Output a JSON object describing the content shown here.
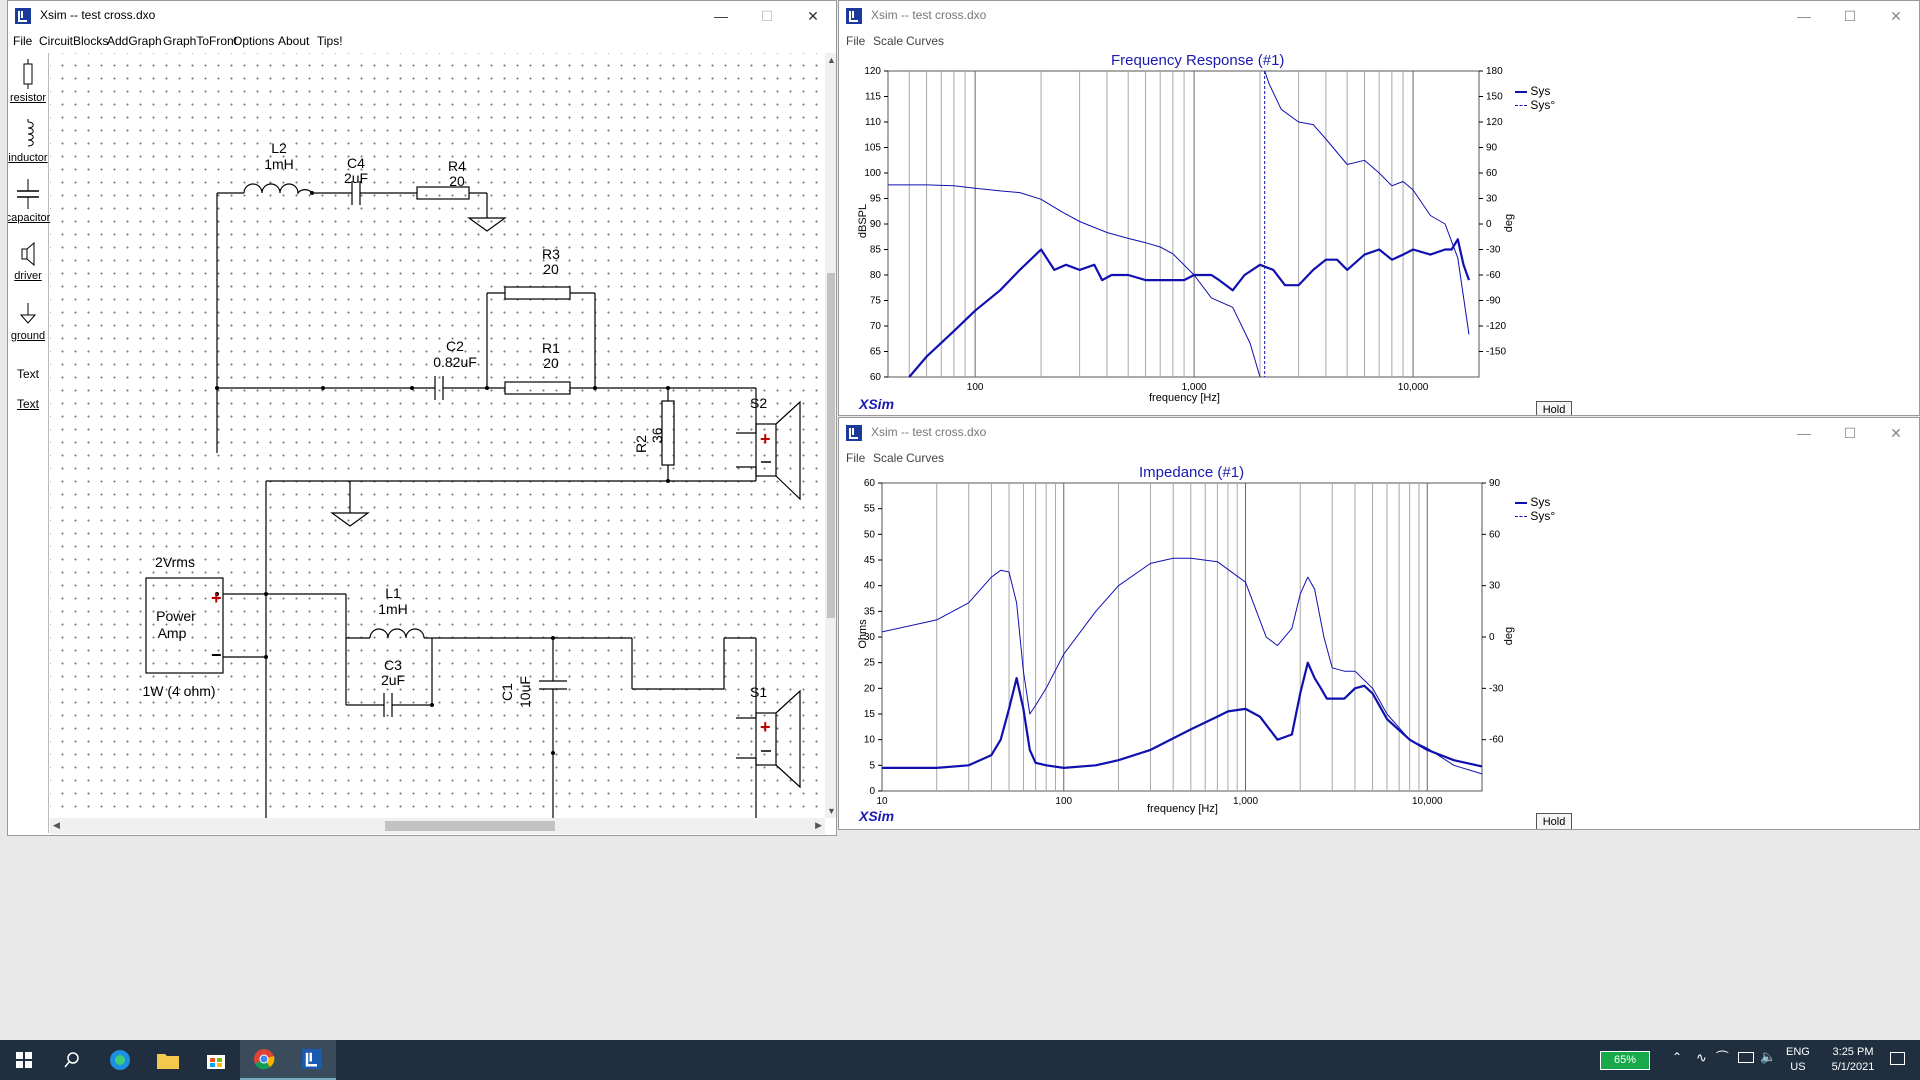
{
  "main_window": {
    "title": "Xsim -- test cross.dxo",
    "menu": [
      "File",
      "CircuitBlocks",
      "AddGraph",
      "GraphToFront",
      "Options",
      "About",
      "Tips!"
    ],
    "tools": [
      "resistor",
      "inductor",
      "capacitor",
      "driver",
      "ground",
      "Text",
      "Text"
    ]
  },
  "schematic": {
    "L2": {
      "name": "L2",
      "value": "1mH"
    },
    "C4": {
      "name": "C4",
      "value": "2uF"
    },
    "R4": {
      "name": "R4",
      "value": "20"
    },
    "R3": {
      "name": "R3",
      "value": "20"
    },
    "C2": {
      "name": "C2",
      "value": "0.82uF"
    },
    "R1": {
      "name": "R1",
      "value": "20"
    },
    "R2": {
      "name": "R2",
      "value": "36"
    },
    "S2": "S2",
    "L1": {
      "name": "L1",
      "value": "1mH"
    },
    "C3": {
      "name": "C3",
      "value": "2uF"
    },
    "C1": {
      "name": "C1",
      "value": "10uF"
    },
    "S1": "S1",
    "amp": {
      "voltage": "2Vrms",
      "label_line1": "Power",
      "label_line2": "Amp",
      "power": "1W (4 ohm)",
      "plus": "+",
      "minus": "−"
    }
  },
  "freq_window": {
    "title": "Xsim -- test cross.dxo",
    "menu": [
      "File",
      "Scale",
      "Curves"
    ],
    "plot_title": "Frequency Response (#1)",
    "ylabel": "dBSPL",
    "y2label": "deg",
    "xlabel": "frequency [Hz]",
    "y_ticks": [
      "120",
      "115",
      "110",
      "105",
      "100",
      "95",
      "90",
      "85",
      "80",
      "75",
      "70",
      "65",
      "60"
    ],
    "y2_ticks": [
      "180",
      "150",
      "120",
      "90",
      "60",
      "30",
      "0",
      "-30",
      "-60",
      "-90",
      "-120",
      "-150"
    ],
    "x_ticks": [
      "100",
      "1,000",
      "10,000"
    ],
    "legend": [
      "Sys",
      "Sys°"
    ],
    "brand": "XSim",
    "hold": "Hold"
  },
  "imp_window": {
    "title": "Xsim -- test cross.dxo",
    "menu": [
      "File",
      "Scale",
      "Curves"
    ],
    "plot_title": "Impedance (#1)",
    "ylabel": "Ohms",
    "y2label": "deg",
    "xlabel": "frequency [Hz]",
    "y_ticks": [
      "60",
      "55",
      "50",
      "45",
      "40",
      "35",
      "30",
      "25",
      "20",
      "15",
      "10",
      "5",
      "0"
    ],
    "y2_ticks": [
      "90",
      "60",
      "30",
      "0",
      "-30",
      "-60"
    ],
    "x_ticks": [
      "10",
      "100",
      "1,000",
      "10,000"
    ],
    "legend": [
      "Sys",
      "Sys°"
    ],
    "brand": "XSim",
    "hold": "Hold"
  },
  "chart_data": [
    {
      "type": "line",
      "title": "Frequency Response (#1)",
      "xlabel": "frequency [Hz]",
      "ylabel": "dBSPL",
      "y2label": "deg",
      "xscale": "log",
      "xlim": [
        40,
        20000
      ],
      "ylim": [
        60,
        120
      ],
      "y2lim": [
        -180,
        180
      ],
      "grid": true,
      "legend_position": "right",
      "series": [
        {
          "name": "Sys",
          "axis": "left",
          "color": "#1010b0",
          "x": [
            50,
            60,
            80,
            100,
            130,
            160,
            200,
            230,
            260,
            300,
            350,
            380,
            420,
            500,
            600,
            700,
            800,
            900,
            1000,
            1100,
            1200,
            1300,
            1500,
            1700,
            2000,
            2300,
            2600,
            3000,
            3500,
            4000,
            4500,
            5000,
            6000,
            7000,
            8000,
            9000,
            10000,
            12000,
            14000,
            15000,
            16000,
            17000,
            18000
          ],
          "y": [
            60,
            64,
            69,
            73,
            77,
            81,
            85,
            81,
            82,
            81,
            82,
            79,
            80,
            80,
            79,
            79,
            79,
            79,
            80,
            80,
            80,
            79,
            77,
            80,
            82,
            81,
            78,
            78,
            81,
            83,
            83,
            81,
            84,
            85,
            83,
            84,
            85,
            84,
            85,
            85,
            87,
            82,
            79
          ]
        },
        {
          "name": "Sys°",
          "axis": "right",
          "color": "#1010b0",
          "x": [
            40,
            60,
            80,
            100,
            130,
            160,
            200,
            250,
            300,
            400,
            500,
            600,
            700,
            800,
            1000,
            1200,
            1500,
            1800,
            2000,
            2100,
            2200,
            2500,
            3000,
            3500,
            4000,
            5000,
            6000,
            7000,
            8000,
            9000,
            10000,
            12000,
            14000,
            16000,
            18000
          ],
          "y": [
            46,
            46,
            45,
            42,
            39,
            37,
            29,
            14,
            3,
            -10,
            -17,
            -22,
            -27,
            -35,
            -60,
            -87,
            -98,
            -140,
            -180,
            180,
            165,
            135,
            120,
            117,
            100,
            70,
            75,
            60,
            45,
            50,
            40,
            10,
            0,
            -40,
            -130
          ]
        }
      ]
    },
    {
      "type": "line",
      "title": "Impedance (#1)",
      "xlabel": "frequency [Hz]",
      "ylabel": "Ohms",
      "y2label": "deg",
      "xscale": "log",
      "xlim": [
        10,
        20000
      ],
      "ylim": [
        0,
        60
      ],
      "y2lim": [
        -90,
        90
      ],
      "grid": true,
      "legend_position": "right",
      "series": [
        {
          "name": "Sys",
          "axis": "left",
          "color": "#1010b0",
          "x": [
            10,
            20,
            30,
            40,
            45,
            50,
            55,
            60,
            65,
            70,
            80,
            100,
            150,
            200,
            300,
            500,
            700,
            800,
            1000,
            1200,
            1500,
            1800,
            2000,
            2200,
            2400,
            2600,
            2800,
            3000,
            3500,
            4000,
            4500,
            5000,
            6000,
            8000,
            10000,
            14000,
            20000
          ],
          "y": [
            4.5,
            4.5,
            5,
            7,
            10,
            16,
            22,
            16,
            8,
            5.5,
            5,
            4.5,
            5,
            6,
            8,
            12,
            14.5,
            15.5,
            16,
            14.5,
            10,
            11,
            19,
            25,
            22,
            20,
            18,
            18,
            18,
            20,
            20.5,
            19,
            14,
            10,
            8,
            6,
            4.8
          ]
        },
        {
          "name": "Sys°",
          "axis": "right",
          "color": "#1010b0",
          "x": [
            10,
            20,
            30,
            40,
            45,
            50,
            55,
            60,
            65,
            70,
            80,
            100,
            150,
            200,
            300,
            400,
            500,
            700,
            1000,
            1300,
            1500,
            1800,
            2000,
            2200,
            2400,
            2700,
            3000,
            3500,
            4000,
            5000,
            6000,
            8000,
            10000,
            14000,
            20000
          ],
          "y": [
            3,
            10,
            20,
            35,
            39,
            38,
            20,
            -20,
            -45,
            -40,
            -30,
            -10,
            15,
            30,
            43,
            46,
            46,
            44,
            32,
            0,
            -5,
            5,
            25,
            35,
            28,
            0,
            -18,
            -20,
            -20,
            -30,
            -45,
            -60,
            -65,
            -75,
            -80
          ]
        }
      ]
    }
  ],
  "taskbar": {
    "battery": "65%",
    "lang1": "ENG",
    "lang2": "US",
    "time": "3:25 PM",
    "date": "5/1/2021"
  }
}
